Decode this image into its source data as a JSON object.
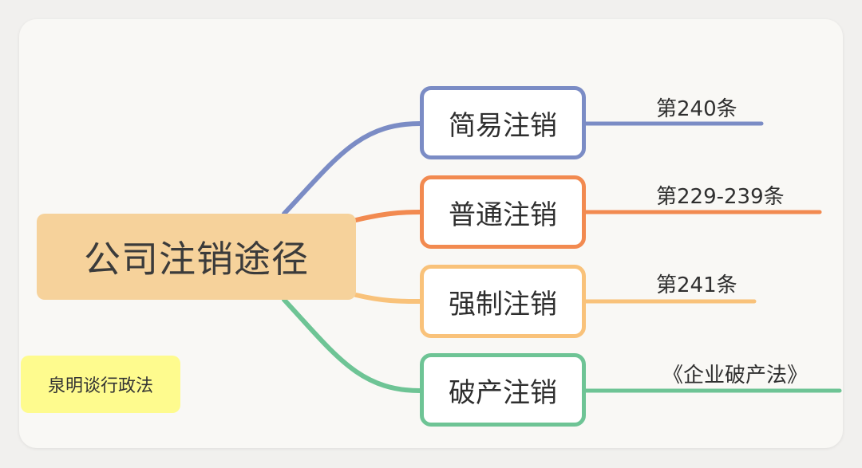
{
  "root": {
    "label": "公司注销途径",
    "color": "#f6d29b"
  },
  "branches": [
    {
      "label": "简易注销",
      "leaf": "第240条",
      "color": "#7b8cc5"
    },
    {
      "label": "普通注销",
      "leaf": "第229-239条",
      "color": "#f28a50"
    },
    {
      "label": "强制注销",
      "leaf": "第241条",
      "color": "#f9c27a"
    },
    {
      "label": "破产注销",
      "leaf": "《企业破产法》",
      "color": "#6ec495"
    }
  ],
  "watermark": {
    "label": "泉明谈行政法",
    "color": "#fefb8e"
  }
}
